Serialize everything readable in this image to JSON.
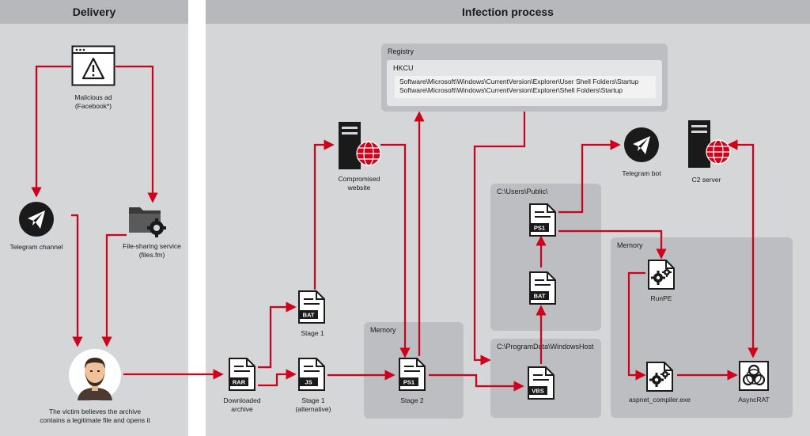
{
  "delivery": {
    "title": "Delivery",
    "malicious_ad": "Malicious ad",
    "malicious_ad_source": "(Facebook*)",
    "telegram_channel": "Telegram channel",
    "file_sharing": "File-sharing service",
    "file_sharing_source": "(files.fm)",
    "victim_line1": "The victim believes the archive",
    "victim_line2": "contains a legitimate file and opens it"
  },
  "infection": {
    "title": "Infection process",
    "registry": {
      "label": "Registry",
      "hive": "HKCU",
      "paths": [
        "Software\\Microsoft\\Windows\\CurrentVersion\\Explorer\\User Shell Folders\\Startup",
        "Software\\Microsoft\\Windows\\CurrentVersion\\Explorer\\Shell Folders\\Startup"
      ]
    },
    "compromised_website": [
      "Compromised",
      "website"
    ],
    "downloaded_archive": [
      "Downloaded",
      "archive"
    ],
    "stage1": "Stage 1",
    "stage1_alt": [
      "Stage 1",
      "(alternative)"
    ],
    "memory_label": "Memory",
    "stage2": "Stage 2",
    "users_public": "C:\\Users\\Public\\",
    "programdata": "C:\\ProgramData\\WindowsHost",
    "telegram_bot": "Telegram bot",
    "c2_server": "C2 server",
    "memory2_label": "Memory",
    "runpe": "RunPE",
    "aspnet": "aspnet_compiler.exe",
    "asyncrat": "AsyncRAT",
    "file_tags": {
      "rar": "RAR",
      "bat": "BAT",
      "js": "JS",
      "ps1": "PS1",
      "vbs": "VBS"
    }
  },
  "colors": {
    "arrow": "#d0021b",
    "panel": "#d5d6d8",
    "header": "#b7b8bb",
    "subbox": "#bdbec1",
    "icon": "#1a1a1a"
  }
}
